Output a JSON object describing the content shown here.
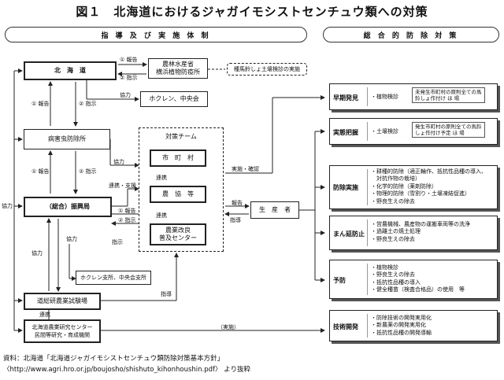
{
  "title": "図１　北海道におけるジャガイモシストセンチュウ類への対策",
  "headers": {
    "left": "指 導 及 び 実 施 体 制",
    "right": "総 合 的 防 除 対 策"
  },
  "nodes": {
    "hokkaido": "北　海　道",
    "maff": "農林水産省\n横浜植物防疫所",
    "potato_check": "種馬鈴しょ土壌検診の実施",
    "hokuren": "ホクレン、中央会",
    "pest_office": "病害虫防除所",
    "team": "対策チーム",
    "town": "市　町　村",
    "ja": "農　協　等",
    "extension": "農業改良\n普及センター",
    "bureau": "（総合）振興局",
    "farmer": "生　産　者",
    "hokuren_branch": "ホクレン支所、中央会支所",
    "station": "道総研農業試験場",
    "center": "北海道農業研究センター\n民間等研究・育成機関"
  },
  "labels": {
    "report1": "① 報告",
    "instruct1": "② 指示",
    "coop": "協力",
    "report": "① 報告",
    "instruct": "② 指示",
    "coop2": "協力",
    "coop_support": "連携・支援",
    "coop3": "連携",
    "report2": "① 報告",
    "instruct2": "② 指示",
    "instruct3": "指示",
    "coop_left": "協力",
    "coop4": "協力",
    "coop5": "協力",
    "instruct4": "指導",
    "link": "連携",
    "jissi": "実施・確認",
    "report3": "報告",
    "instruct5": "指導",
    "kenkyu": "（実施）"
  },
  "measures": [
    {
      "title": "早期発見",
      "items": [
        "・植物検診"
      ],
      "note": "未発生市町村の原則全ての馬\n鈴しょ作付け ほ 場"
    },
    {
      "title": "実態把握",
      "items": [
        "・土壌検診"
      ],
      "note": "発生市町村の原則全ての馬鈴\nしょ作付け予定 ほ 場"
    },
    {
      "title": "防除実施",
      "items": [
        "・耕種的防除（適正輪作、抵抗性品種の導入、",
        "　対抗作物の栽培）",
        "・化学的防除（薬剤防除）",
        "・物理的防除（雪割り・土壌凍結促進）",
        "・野良生えの除去"
      ],
      "note": ""
    },
    {
      "title": "まん延防止",
      "items": [
        "・営農機械、農産物の運搬車両等の洗浄",
        "・過離土の焼土処理",
        "・野良生えの除去"
      ],
      "note": ""
    },
    {
      "title": "予防",
      "items": [
        "・植物検診",
        "・野良生えの除去",
        "・抵抗性品種の導入",
        "・健全種苗（検査合格品）の使用　等"
      ],
      "note": ""
    },
    {
      "title": "技術開発",
      "items": [
        "・防除技術の開発実用化",
        "・新農薬の開発実用化",
        "・抵抗性品種の開発導輸"
      ],
      "note": ""
    }
  ],
  "source": {
    "line1": "資料：北海道「北海道ジャガイモシストセンチュウ類防除対策基本方針」",
    "line2": "〈http://www.agri.hro.or.jp/boujosho/shishuto_kihonhoushin.pdf〉 より抜粋"
  }
}
